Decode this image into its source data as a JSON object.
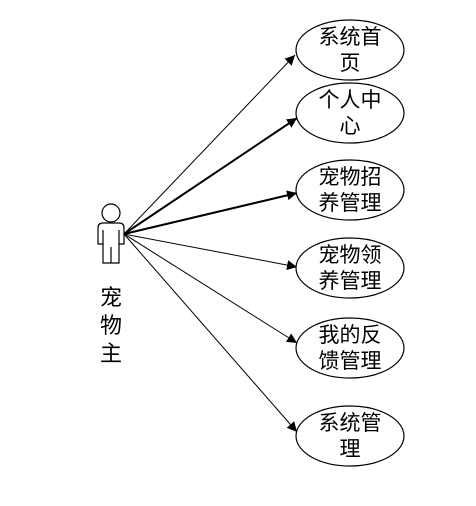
{
  "actor": {
    "label_lines": [
      "宠",
      "物",
      "主"
    ]
  },
  "use_cases": [
    {
      "lines": [
        "系统首",
        "页"
      ]
    },
    {
      "lines": [
        "个人中",
        "心"
      ]
    },
    {
      "lines": [
        "宠物招",
        "养管理"
      ]
    },
    {
      "lines": [
        "宠物领",
        "养管理"
      ]
    },
    {
      "lines": [
        "我的反",
        "馈管理"
      ]
    },
    {
      "lines": [
        "系统管",
        "理"
      ]
    }
  ]
}
